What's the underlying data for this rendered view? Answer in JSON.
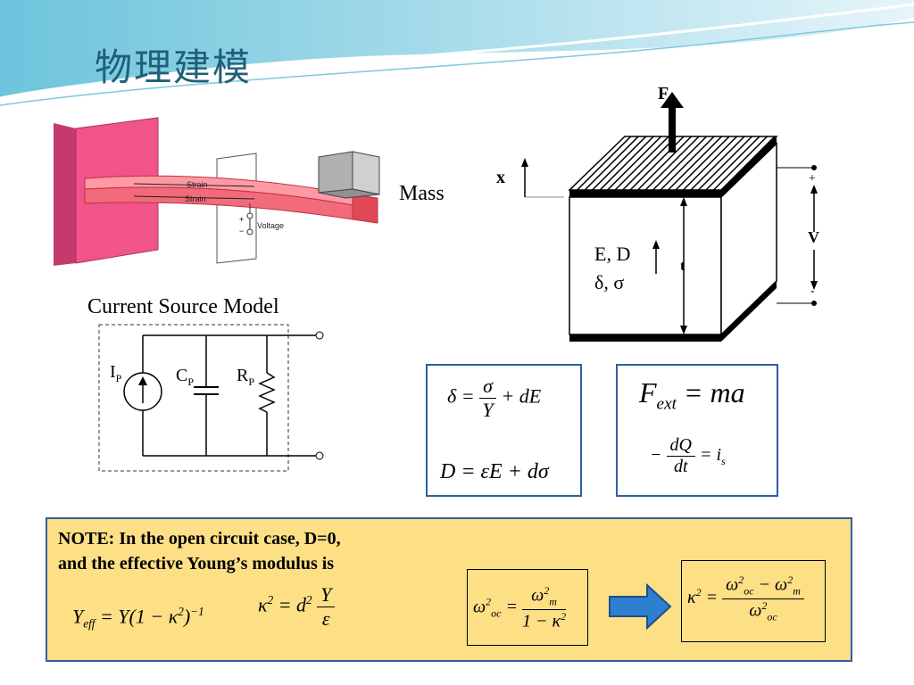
{
  "slide": {
    "title": "物理建模",
    "labels": {
      "strain_top": "Strain",
      "strain_bottom": "Strain",
      "voltage": "Voltage",
      "plus": "+",
      "minus": "−",
      "mass": "Mass",
      "force": "F",
      "x": "x",
      "v": "V",
      "v_plus": "+",
      "v_minus": "-",
      "t": "t",
      "ed": "E, D",
      "delta_sigma": "δ, σ",
      "current_source_model": "Current Source Model",
      "ip": "I",
      "ip_sub": "P",
      "cp": "C",
      "cp_sub": "P",
      "rp": "R",
      "rp_sub": "P"
    },
    "equations": {
      "eq1_lhs": "δ =",
      "eq1_num": "σ",
      "eq1_den": "Y",
      "eq1_rhs": "+ dE",
      "eq2": "D = εE + dσ",
      "eq3_lhs": "F",
      "eq3_sub": "ext",
      "eq3_rhs": "= ma",
      "eq4_minus": "−",
      "eq4_num": "dQ",
      "eq4_den": "dt",
      "eq4_rhs": "= i",
      "eq4_sub": "s"
    },
    "note": {
      "line1": "NOTE:  In the open circuit case, D=0,",
      "line2": "and the effective Young’s modulus is",
      "yeff_lhs": "Y",
      "yeff_sub": "eff",
      "yeff_rhs": "= Y(1 − κ",
      "yeff_sup2": "2",
      "yeff_close": ")",
      "yeff_supm1": "−1",
      "kappa_lhs": "κ",
      "kappa_sup": "2",
      "kappa_eq": "= d",
      "kappa_dsup": "2",
      "kappa_num": "Y",
      "kappa_den": "ε",
      "omega_lhs": "ω",
      "omega_lhs_sup": "2",
      "omega_lhs_sub": "oc",
      "omega_eq": "=",
      "omega_num": "ω",
      "omega_num_sup": "2",
      "omega_num_sub": "m",
      "omega_den": "1 − κ",
      "omega_den_sup": "2",
      "k2_lhs": "κ",
      "k2_sup": "2",
      "k2_eq": "=",
      "k2_num_a": "ω",
      "k2_num_a_sup": "2",
      "k2_num_a_sub": "oc",
      "k2_num_minus": " − ω",
      "k2_num_b_sup": "2",
      "k2_num_b_sub": "m",
      "k2_den": "ω",
      "k2_den_sup": "2",
      "k2_den_sub": "oc"
    },
    "colors": {
      "title": "#1f5f7a",
      "beam": "#f26b7a",
      "wall": "#f0548a",
      "box_border": "#2e5fa4",
      "note_bg": "#fddf86",
      "arrow": "#2f7fd0"
    }
  }
}
